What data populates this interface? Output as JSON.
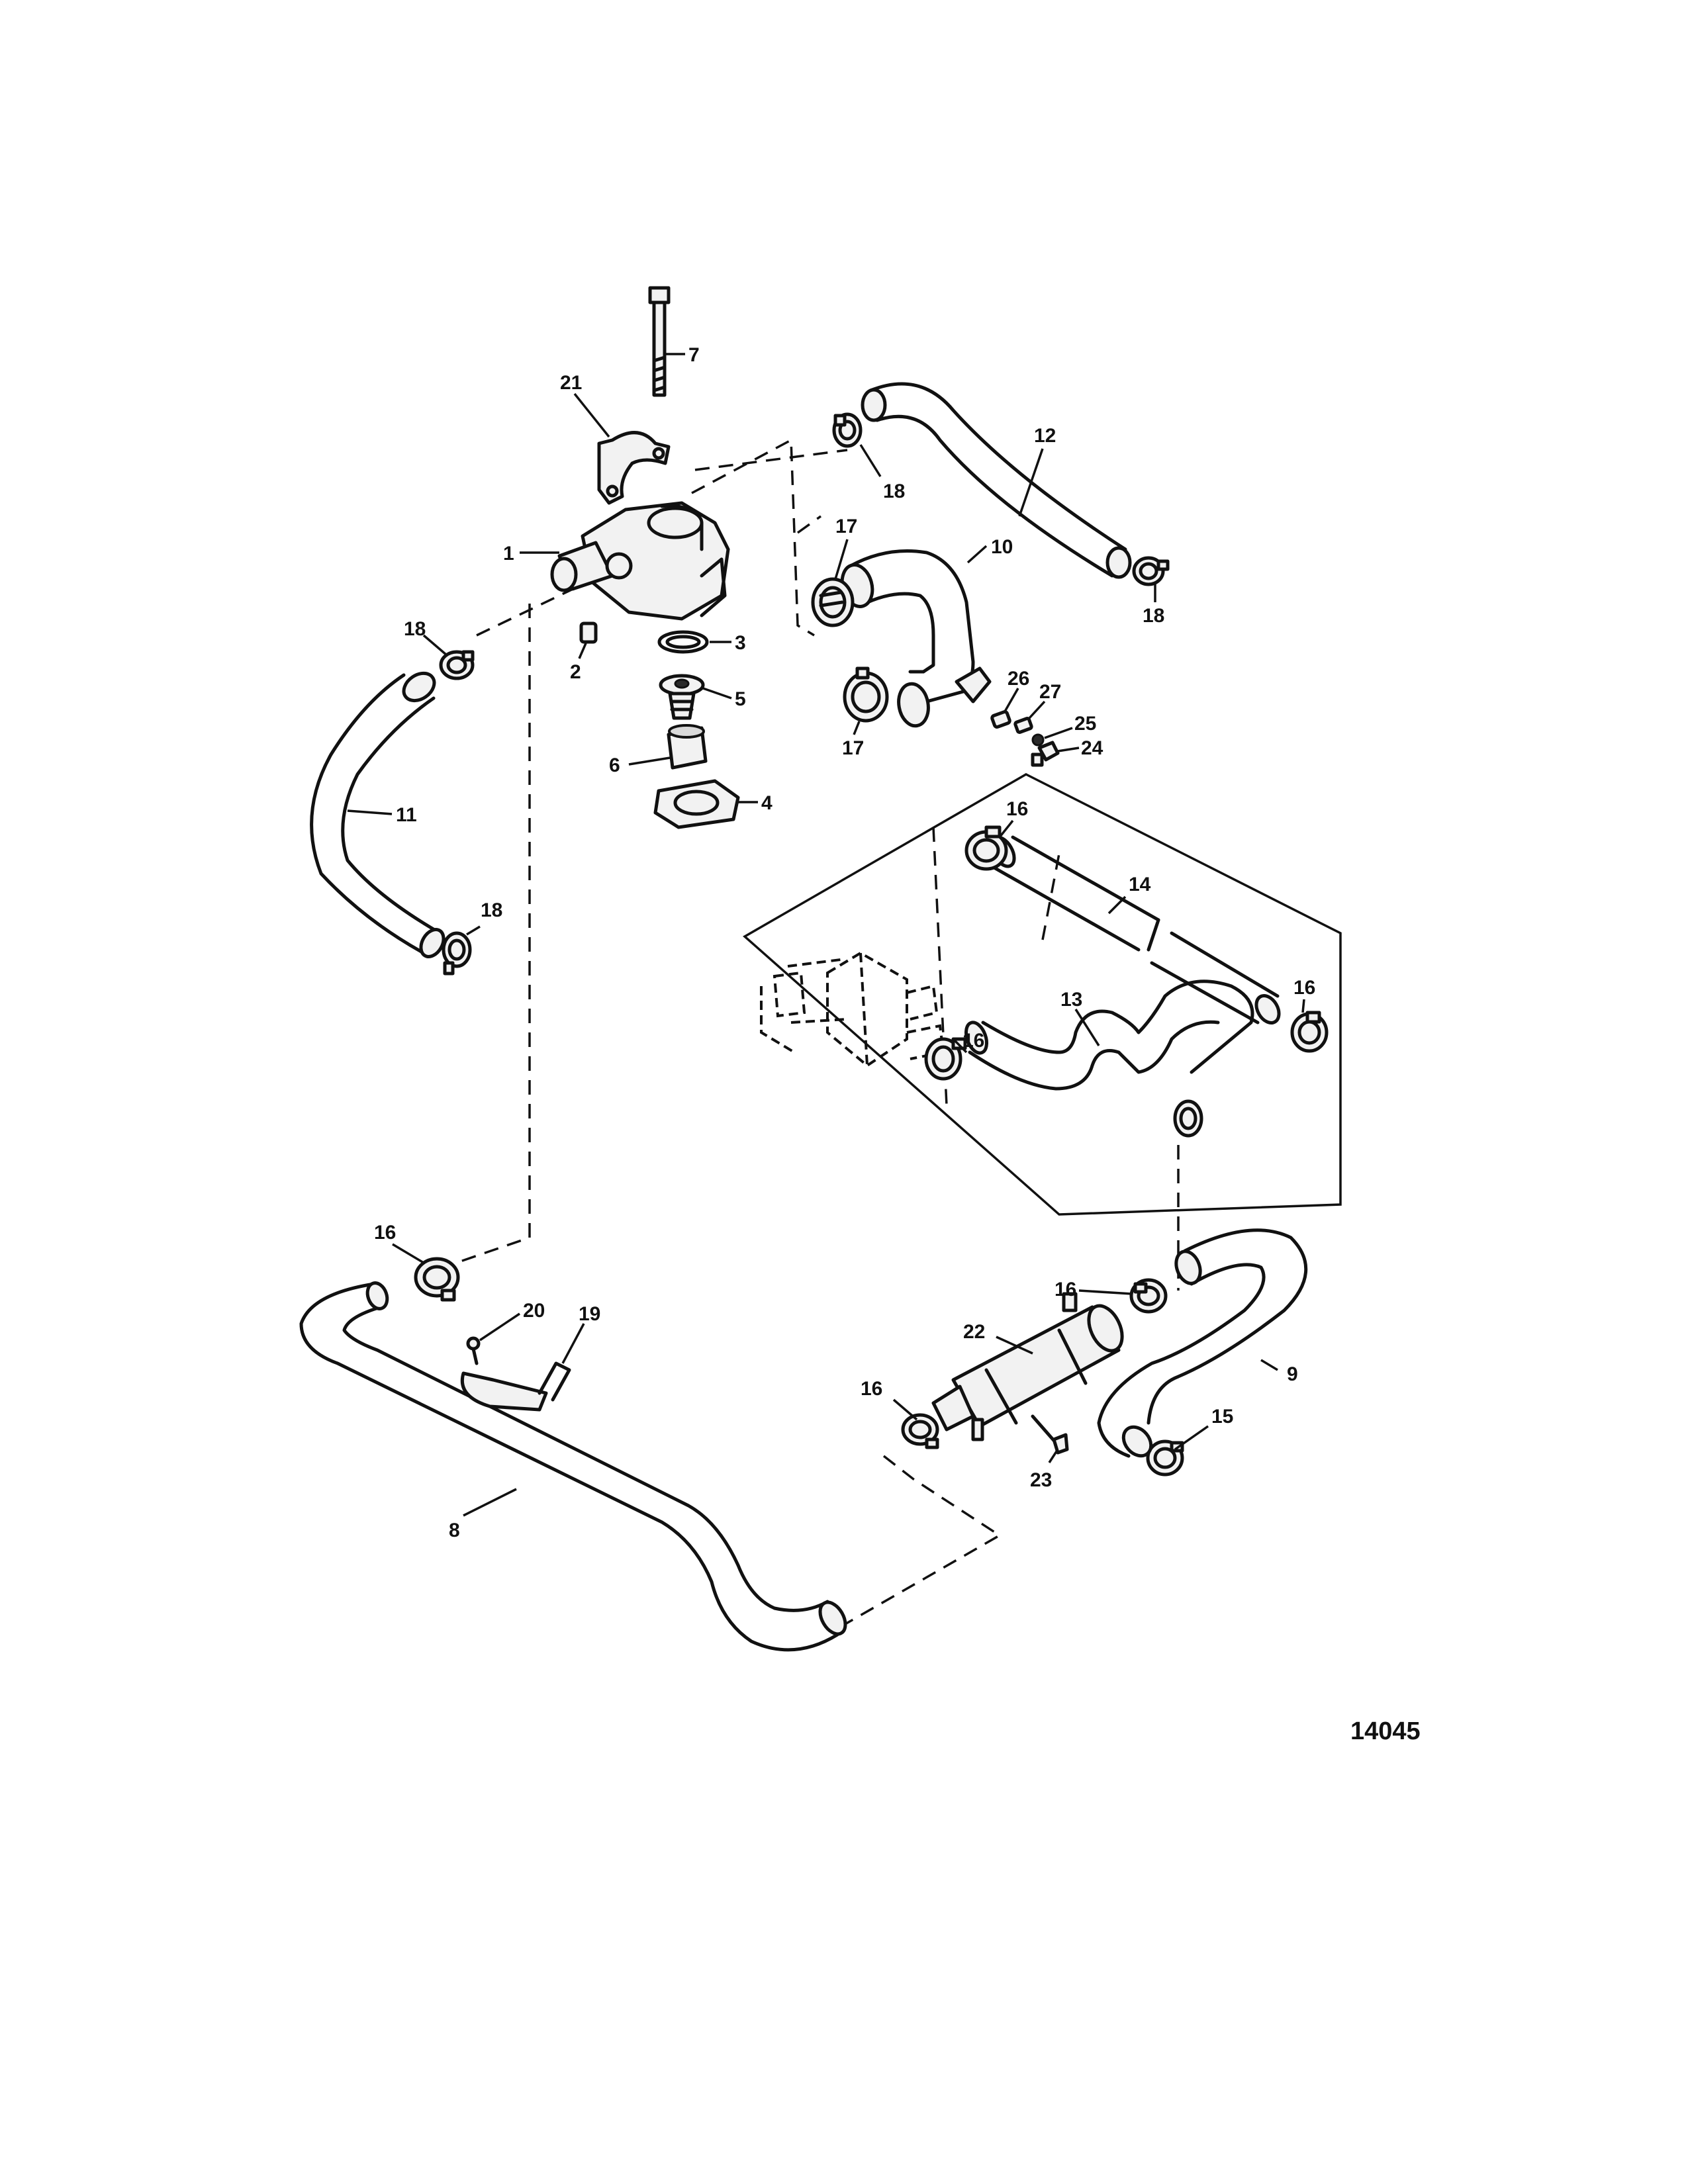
{
  "figure": {
    "number": "14045"
  },
  "callouts": {
    "c1": "1",
    "c2": "2",
    "c3": "3",
    "c4": "4",
    "c5": "5",
    "c6": "6",
    "c7": "7",
    "c8": "8",
    "c9": "9",
    "c10": "10",
    "c11": "11",
    "c12": "12",
    "c13": "13",
    "c14": "14",
    "c15": "15",
    "c16a": "16",
    "c16b": "16",
    "c16c": "16",
    "c16d": "16",
    "c16e": "16",
    "c16f": "16",
    "c17a": "17",
    "c17b": "17",
    "c18a": "18",
    "c18b": "18",
    "c18c": "18",
    "c18d": "18",
    "c19": "19",
    "c20": "20",
    "c21": "21",
    "c22": "22",
    "c23": "23",
    "c24": "24",
    "c25": "25",
    "c26": "26",
    "c27": "27"
  }
}
